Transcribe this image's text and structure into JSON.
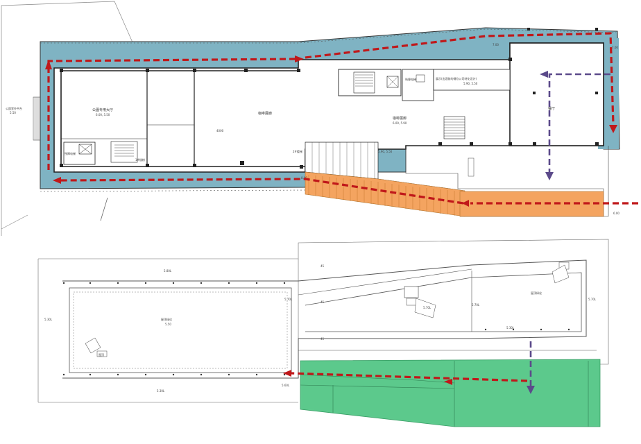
{
  "colors": {
    "corridor_blue": "#7fb3c3",
    "ramp_orange": "#f4a460",
    "green_zone": "#5cc98c",
    "route_red": "#c0181a",
    "route_purple": "#5b4a8a",
    "wall": "#333333"
  },
  "upper_plan": {
    "left_platform_label": "公園室外平台",
    "left_platform_level": "5.50",
    "room_left_label": "公園专用大厅",
    "room_left_level": "6.00, 5.50",
    "room_mid_label": "咖啡展廊",
    "room_mid_dim": "4000",
    "corridor_label": "咖啡展廊",
    "corridor_level": "6.00, 5.90",
    "stair_label": "1#楼梯",
    "stair_label_2": "2#楼梯",
    "top_room_label": "展示(出酒前的餐饮公司特化设计)",
    "top_room_level": "5.90, 5.50",
    "hall_label": "餐厅",
    "elevator_label": "残障电梯",
    "elevator_label_2": "残障电梯",
    "ramp_level": "5.90, 5.50",
    "tag_1": "7.00",
    "tag_2": "7.00",
    "tag_3": "8.00",
    "tag_4": "6.00"
  },
  "lower_plan": {
    "roof_label_left": "屋顶绿化",
    "roof_level_left": "5.50",
    "roof_label_right": "屋顶绿化",
    "small_box_label": "屋顶",
    "level_a": "5.30L",
    "level_b": "5.80L",
    "level_c": "5.70L",
    "level_d": "5.30L",
    "level_e": "5.60L",
    "level_f": "5.70L",
    "level_g": "5.70L",
    "level_h": "5.70L",
    "level_i": "5.30L",
    "mark_1": "45",
    "mark_2": "45",
    "mark_3": "45"
  }
}
